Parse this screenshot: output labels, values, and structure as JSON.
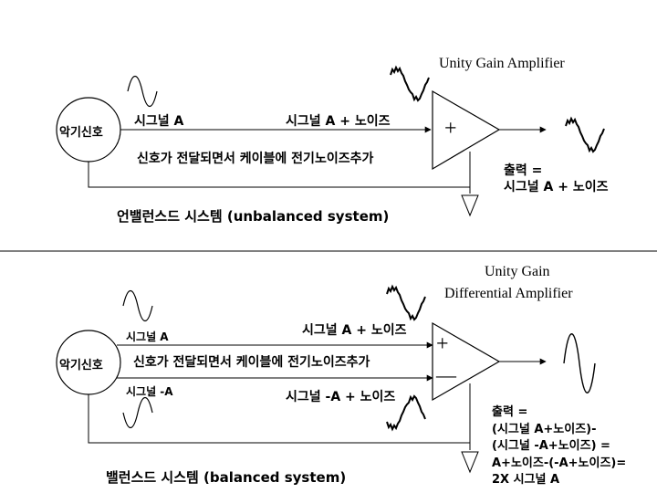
{
  "top": {
    "amp_title": "Unity Gain Amplifier",
    "source_label": "악기신호",
    "signal_label": "시그널 A",
    "signal_noise_label": "시그널 A + 노이즈",
    "noise_note": "신호가 전달되면서 케이블에 전기노이즈추가",
    "output_line1": "출력 =",
    "output_line2": "시그널 A + 노이즈",
    "caption": "언밸런스드 시스템 (unbalanced system)",
    "plus_symbol": "+"
  },
  "bottom": {
    "amp_title_line1": "Unity Gain",
    "amp_title_line2": "Differential Amplifier",
    "source_label": "악기신호",
    "signal_a_label": "시그널 A",
    "signal_neg_a_label": "시그널 -A",
    "signal_a_noise_label": "시그널 A + 노이즈",
    "signal_neg_a_noise_label": "시그널 -A + 노이즈",
    "noise_note": "신호가 전달되면서 케이블에 전기노이즈추가",
    "output_lines": [
      "출력 =",
      "(시그널 A+노이즈)-",
      "(시그널 -A+노이즈) =",
      "A+노이즈-(-A+노이즈)=",
      "2X 시그널 A"
    ],
    "caption": "밸런스드 시스템 (balanced system)",
    "plus_symbol": "+",
    "minus_symbol": "—"
  }
}
